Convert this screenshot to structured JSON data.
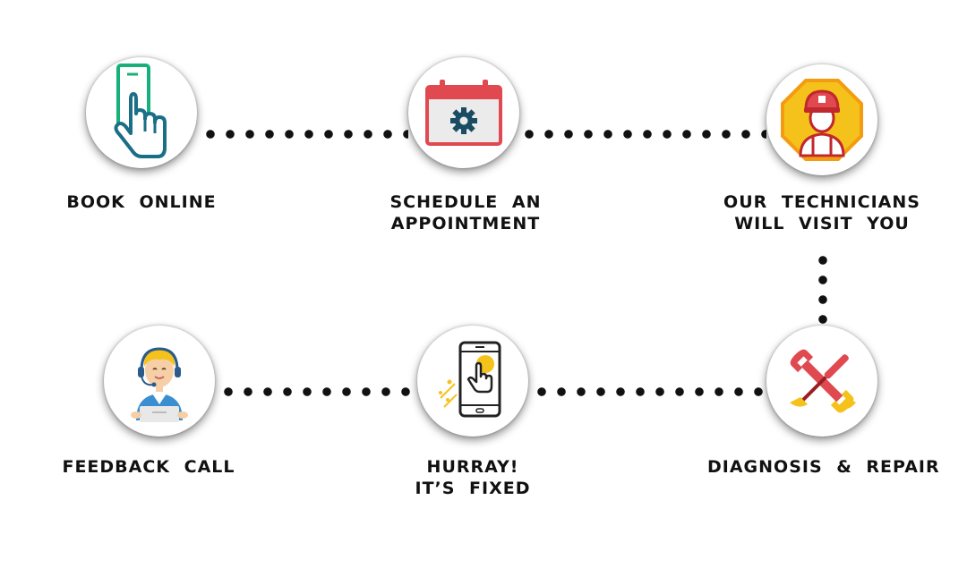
{
  "steps": [
    {
      "id": "book-online",
      "lines": [
        "BOOK ONLINE"
      ],
      "icon": "hand-phone-tap-icon"
    },
    {
      "id": "schedule",
      "lines": [
        "SCHEDULE AN",
        "APPOINTMENT"
      ],
      "icon": "calendar-gear-icon"
    },
    {
      "id": "technicians",
      "lines": [
        "OUR TECHNICIANS",
        "WILL VISIT YOU"
      ],
      "icon": "technician-icon"
    },
    {
      "id": "diagnosis",
      "lines": [
        "DIAGNOSIS & REPAIR"
      ],
      "icon": "wrench-screwdriver-icon"
    },
    {
      "id": "fixed",
      "lines": [
        "HURRAY!",
        "IT’S FIXED"
      ],
      "icon": "smartphone-tap-icon"
    },
    {
      "id": "feedback",
      "lines": [
        "FEEDBACK CALL"
      ],
      "icon": "support-agent-icon"
    }
  ],
  "colors": {
    "dots": "#111111",
    "teal": "#1a6e86",
    "green": "#17b07a",
    "red": "#e0494f",
    "yellow": "#f5c21b",
    "orange": "#f39c12",
    "label": "#111111"
  }
}
